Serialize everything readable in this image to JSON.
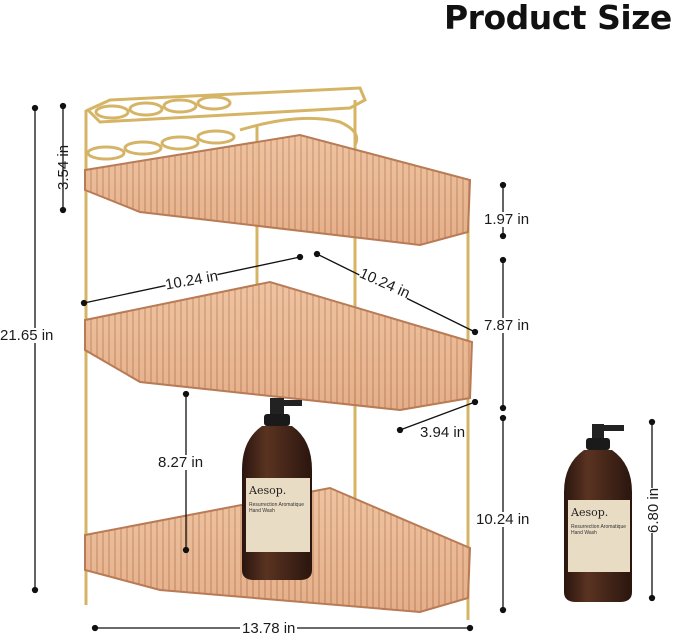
{
  "title": "Product Size",
  "dimensions": {
    "top_holder_height": "3.54 in",
    "total_height": "21.65 in",
    "shelf_depth_left": "10.24 in",
    "shelf_depth_right": "10.24 in",
    "tray_height": "1.97 in",
    "upper_shelf_gap": "7.87 in",
    "front_width": "3.94 in",
    "lower_shelf_gap": "8.27 in",
    "bottom_gap": "10.24 in",
    "total_width": "13.78 in",
    "bottle_height": "6.80 in"
  },
  "bottle_label": {
    "brand": "Aesop.",
    "product": "Resurrection Aromatique Hand Wash"
  },
  "colors": {
    "tray": "#e9b98f",
    "tray_dark": "#c98e63",
    "frame": "#d8b86a",
    "bottle": "#3c241a",
    "label": "#e9dcc4"
  }
}
